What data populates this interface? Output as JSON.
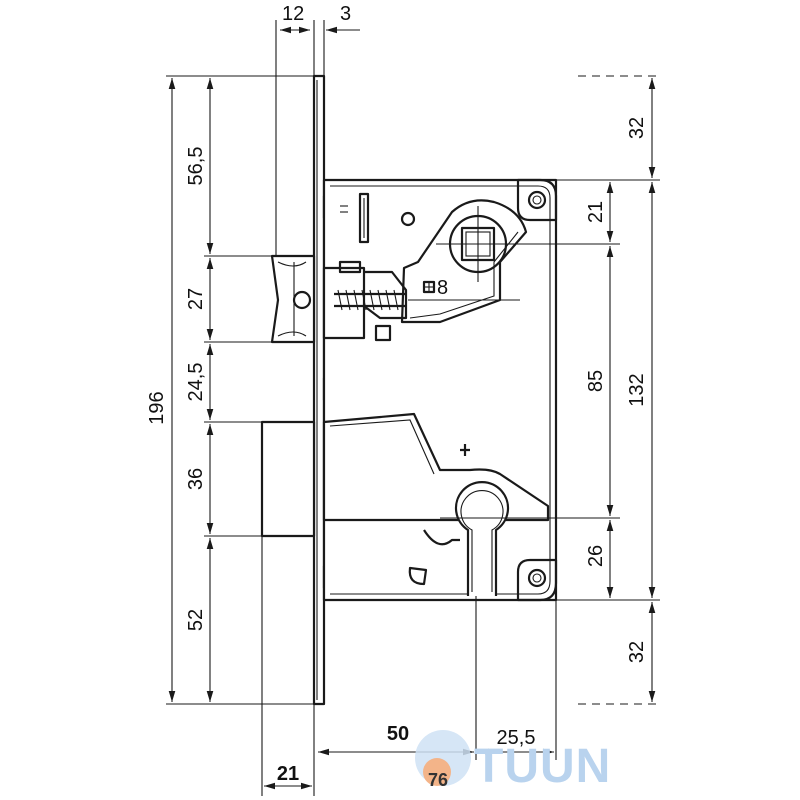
{
  "drawing": {
    "dimensions": {
      "plate_thickness_12": "12",
      "plate_gap_3": "3",
      "total_height_196": "196",
      "top_to_latch_56_5": "56,5",
      "latch_height_27": "27",
      "latch_to_bolt_24_5": "24,5",
      "bolt_height_36": "36",
      "bolt_to_bottom_52": "52",
      "top_margin_32": "32",
      "spindle_from_top_21": "21",
      "spindle_to_cylinder_85": "85",
      "body_height_132": "132",
      "cylinder_from_bottom_26": "26",
      "bottom_margin_32": "32",
      "bolt_throw_21": "21",
      "backset_50": "50",
      "cylinder_to_back_25_5": "25,5",
      "body_depth_76": "76"
    },
    "spindle_label": "8"
  },
  "watermark": {
    "text": "TUUN"
  }
}
